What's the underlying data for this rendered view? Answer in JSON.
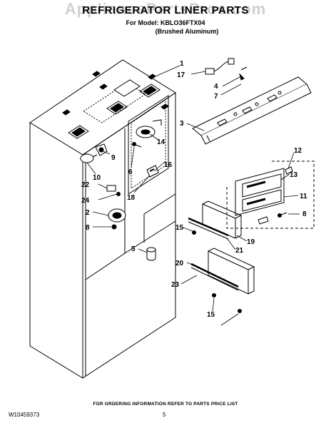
{
  "header": {
    "watermark": "AppliancePartsPros.com",
    "title": "REFRIGERATOR LINER PARTS",
    "model_line": "For Model: KBLO36FTX04",
    "finish_line": "(Brushed Aluminum)"
  },
  "callouts": {
    "c1": "1",
    "c2": "2",
    "c3": "3",
    "c4": "4",
    "c5": "5",
    "c6": "6",
    "c7": "7",
    "c8a": "8",
    "c8b": "8",
    "c9": "9",
    "c10": "10",
    "c11": "11",
    "c12": "12",
    "c13": "13",
    "c14": "14",
    "c15a": "15",
    "c15b": "15",
    "c16": "16",
    "c17": "17",
    "c18": "18",
    "c19": "19",
    "c20": "20",
    "c21": "21",
    "c22": "22",
    "c23": "23",
    "c24": "24"
  },
  "footer": {
    "ordering_note": "FOR ORDERING INFORMATION REFER TO PARTS PRICE LIST",
    "doc_number": "W10459373",
    "page_number": "5"
  }
}
